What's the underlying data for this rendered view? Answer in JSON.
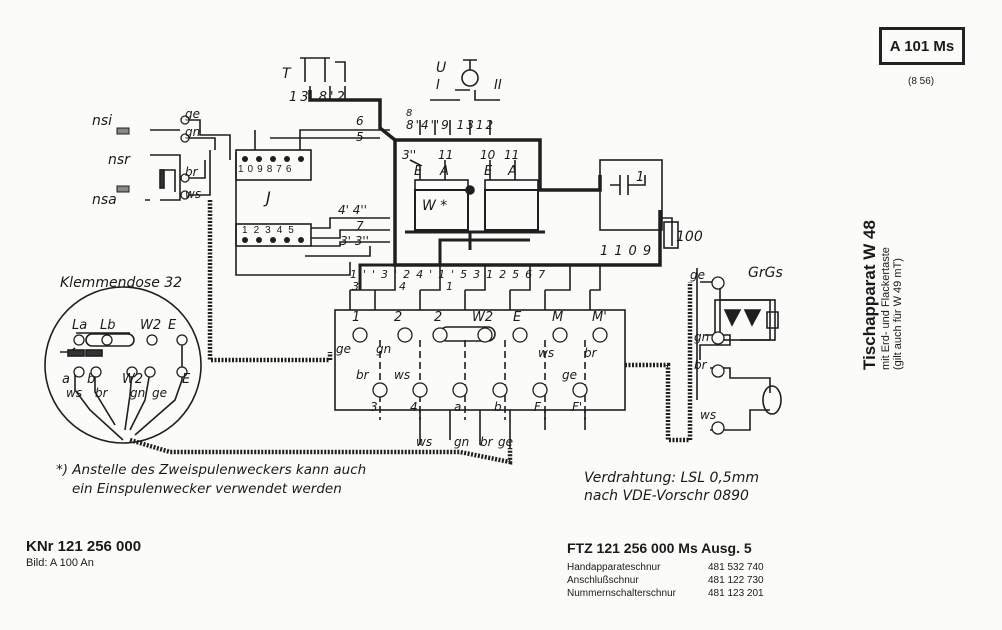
{
  "doc": {
    "id": "A 101 Ms",
    "date": "(8 56)",
    "title": "Tischapparat W 48",
    "subtitle1": "mit Erd- und Flackertaste",
    "subtitle2": "(gilt auch für W 49 mT)",
    "knr": "KNr 121 256 000",
    "bild": "Bild: A 100 An",
    "ftz": "FTZ 121 256 000 Ms  Ausg. 5"
  },
  "parts": [
    {
      "name": "Handapparateschnur",
      "number": "481 532 740"
    },
    {
      "name": "Anschlußschnur",
      "number": "481 122 730"
    },
    {
      "name": "Nummernschalterschnur",
      "number": "481 123 201"
    }
  ],
  "notes": {
    "footnote1": "*) Anstelle des Zweispulenweckers kann auch",
    "footnote2": "ein Einspulenwecker verwendet werden",
    "wiring1": "Verdrahtung: LSL 0,5mm",
    "wiring2": "nach VDE-Vorschr 0890"
  },
  "labels": {
    "klemmendose": "Klemmendose 32",
    "T": "T",
    "U": "U",
    "I": "I",
    "II": "II",
    "J": "J",
    "Wstar": "W *",
    "GrGs": "GrGs",
    "r100": "100",
    "nsi": "nsi",
    "nsr": "nsr",
    "nsa": "nsa",
    "ge": "ge",
    "gn": "gn",
    "br": "br",
    "ws": "ws",
    "k_La": "La",
    "k_Lb": "Lb",
    "k_W2": "W2",
    "k_E": "E",
    "k_a": "a",
    "k_b": "b",
    "k_W2b": "W2",
    "k_Eb": "E",
    "k_ws": "ws",
    "k_br": "br",
    "k_gn": "gn",
    "k_ge": "ge",
    "ts_top": [
      "1",
      "2",
      "2",
      "W2",
      "E",
      "M",
      "M'"
    ],
    "ts_bot": [
      "3",
      "4",
      "a",
      "b",
      "F",
      "F'"
    ],
    "ts_top_colors": [
      "ge",
      "gn",
      "ws",
      "br"
    ],
    "ts_bot_colors": [
      "br",
      "ws",
      "ge"
    ],
    "cable_bottom": [
      "ws",
      "gn",
      "br",
      "ge"
    ],
    "relay_top": [
      "10",
      "9",
      "8",
      "7",
      "6"
    ],
    "relay_bot": [
      "1",
      "2",
      "3",
      "4",
      "5"
    ],
    "sw_T": [
      "13",
      "8'",
      "2"
    ],
    "sw_U": [
      "8'",
      "8",
      "4''",
      "9",
      "13",
      "12"
    ],
    "bus_right": [
      "6",
      "5",
      "4' 4''",
      "7",
      "3' 3''"
    ],
    "coil_nums": [
      "3''",
      "11",
      "10",
      "11"
    ],
    "coil_EA": [
      "E",
      "A",
      "E",
      "A"
    ],
    "cap_nums": [
      "1",
      "10",
      "9"
    ],
    "cap_one": "1",
    "mid_nums": [
      "1''",
      "3'",
      "2",
      "4'",
      "1'",
      "5",
      "3",
      "12",
      "5",
      "6",
      "7"
    ],
    "mid_nums2": [
      "3",
      "4",
      "1"
    ]
  }
}
